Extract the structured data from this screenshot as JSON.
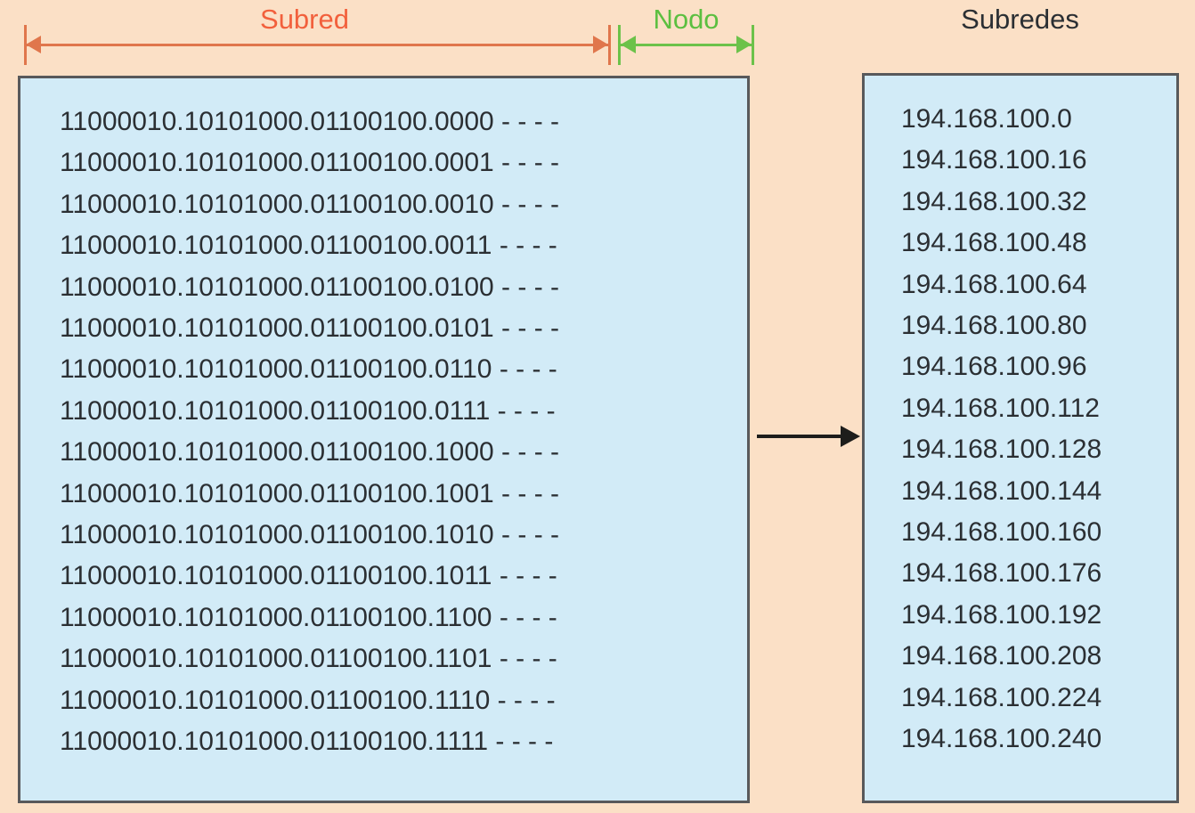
{
  "ruler": {
    "subnet_label": "Subred",
    "node_label": "Nodo"
  },
  "right_header": "Subredes",
  "binary_panel": {
    "prefix": "11000010.10101000.01100100.",
    "host_suffix": " - - - -",
    "rows": [
      "11000010.10101000.01100100.0000 - - - -",
      "11000010.10101000.01100100.0001 - - - -",
      "11000010.10101000.01100100.0010 - - - -",
      "11000010.10101000.01100100.0011 - - - -",
      "11000010.10101000.01100100.0100 - - - -",
      "11000010.10101000.01100100.0101 - - - -",
      "11000010.10101000.01100100.0110 - - - -",
      "11000010.10101000.01100100.0111 - - - -",
      "11000010.10101000.01100100.1000 - - - -",
      "11000010.10101000.01100100.1001 - - - -",
      "11000010.10101000.01100100.1010 - - - -",
      "11000010.10101000.01100100.1011 - - - -",
      "11000010.10101000.01100100.1100 - - - -",
      "11000010.10101000.01100100.1101 - - - -",
      "11000010.10101000.01100100.1110 - - - -",
      "11000010.10101000.01100100.1111 - - - -"
    ]
  },
  "subnet_panel": {
    "rows": [
      "194.168.100.0",
      "194.168.100.16",
      "194.168.100.32",
      "194.168.100.48",
      "194.168.100.64",
      "194.168.100.80",
      "194.168.100.96",
      "194.168.100.112",
      "194.168.100.128",
      "194.168.100.144",
      "194.168.100.160",
      "194.168.100.176",
      "194.168.100.192",
      "194.168.100.208",
      "194.168.100.224",
      "194.168.100.240"
    ]
  },
  "colors": {
    "background": "#fbe0c6",
    "panel_fill": "#d2ebf7",
    "panel_border": "#58595b",
    "subnet_accent": "#f2603c",
    "node_accent": "#5cbf40",
    "text": "#2b2f33",
    "connector": "#1d1d1b"
  }
}
